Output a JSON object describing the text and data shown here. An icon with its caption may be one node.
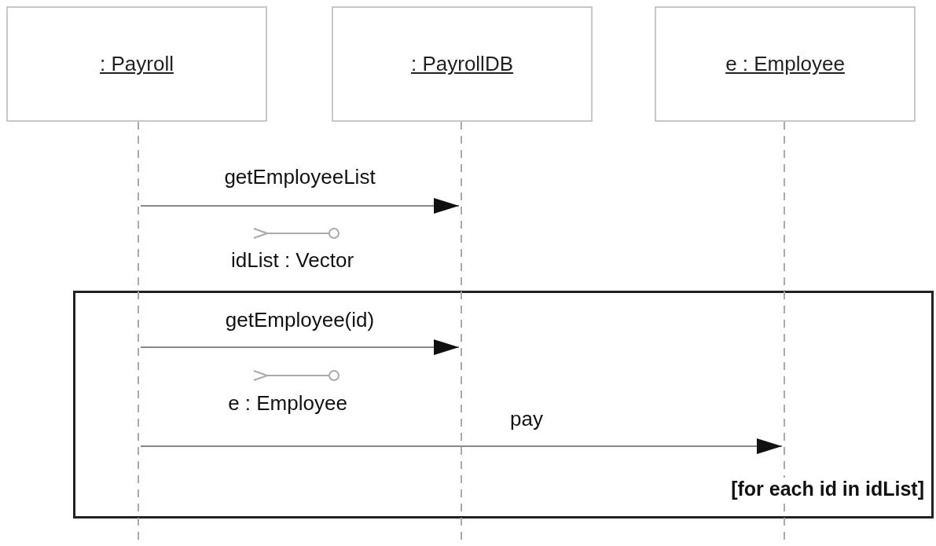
{
  "diagram": {
    "nodes": [
      {
        "text": [
          ": Payroll"
        ]
      },
      {
        "text": [
          ": PayrollDB"
        ]
      },
      {
        "text": [
          "e : Employee"
        ]
      },
      {
        "text": [],
        "shape": "line"
      },
      {
        "text": [],
        "shape": "line"
      },
      {
        "text": [],
        "shape": "line"
      }
    ],
    "edges": [
      {
        "from": 3,
        "to": 4,
        "arrow": "to",
        "label": "getEmployeeList"
      },
      {
        "from": 3,
        "to": 4,
        "arrow": "to",
        "label": "getEmployee(id)"
      },
      {
        "from": 3,
        "to": 5,
        "arrow": "to",
        "label": "pay"
      }
    ],
    "labels": [
      "idList : Vector",
      "e : Employee",
      "[for each id in idList]"
    ]
  }
}
